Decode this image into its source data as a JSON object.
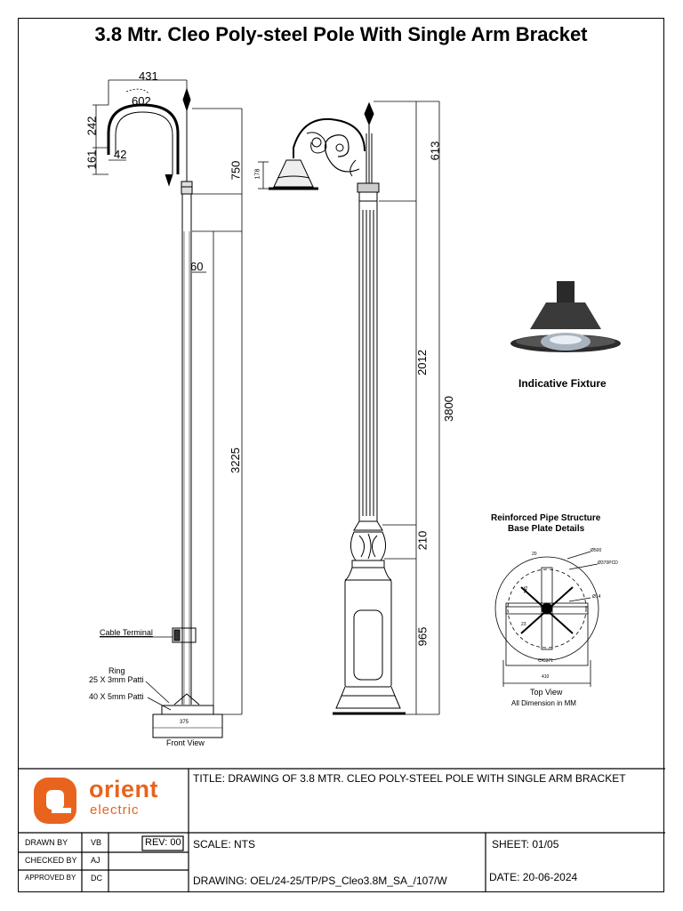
{
  "title": "3.8 Mtr. Cleo Poly-steel Pole With Single Arm Bracket",
  "front_view": {
    "dims": {
      "w431": "431",
      "r602": "602",
      "h242": "242",
      "h161": "161",
      "d42": "42",
      "h750": "750",
      "w60": "60",
      "h3225": "3225",
      "w375": "375"
    },
    "cable_terminal": "Cable Terminal",
    "ring": "Ring",
    "ring_patti": "25 X 3mm Patti",
    "base_patti": "40 X 5mm Patti",
    "caption": "Front View"
  },
  "side_view": {
    "dims": {
      "h613": "613",
      "h178": "178",
      "h2012": "2012",
      "h3800": "3800",
      "h210": "210",
      "h965": "965"
    }
  },
  "fixture": {
    "caption": "Indicative Fixture"
  },
  "base_plate": {
    "heading_line1": "Reinforced Pipe Structure",
    "heading_line2": "Base Plate Details",
    "dims": {
      "d20": "20",
      "dia500": "Ø500",
      "pcd": "Ø370PCD",
      "dia14": "Ø14",
      "d145": "145",
      "d23": "23",
      "cc371": "C/C371",
      "w410": "410"
    },
    "caption": "Top View",
    "note": "All Dimension in MM"
  },
  "title_block": {
    "logo_word": "orient",
    "logo_sub": "electric",
    "brand_color": "#e8641e",
    "drawing_title": "TITLE: DRAWING OF 3.8 MTR. CLEO POLY-STEEL POLE WITH SINGLE ARM BRACKET",
    "drawn_by_label": "DRAWN BY",
    "drawn_by": "VB",
    "checked_by_label": "CHECKED BY",
    "checked_by": "AJ",
    "approved_by_label": "APPROVED BY",
    "approved_by": "DC",
    "rev": "REV: 00",
    "scale": "SCALE: NTS",
    "sheet": "SHEET: 01/05",
    "drawing_no": "DRAWING: OEL/24-25/TP/PS_Cleo3.8M_SA_/107/W",
    "date": "DATE: 20-06-2024"
  }
}
